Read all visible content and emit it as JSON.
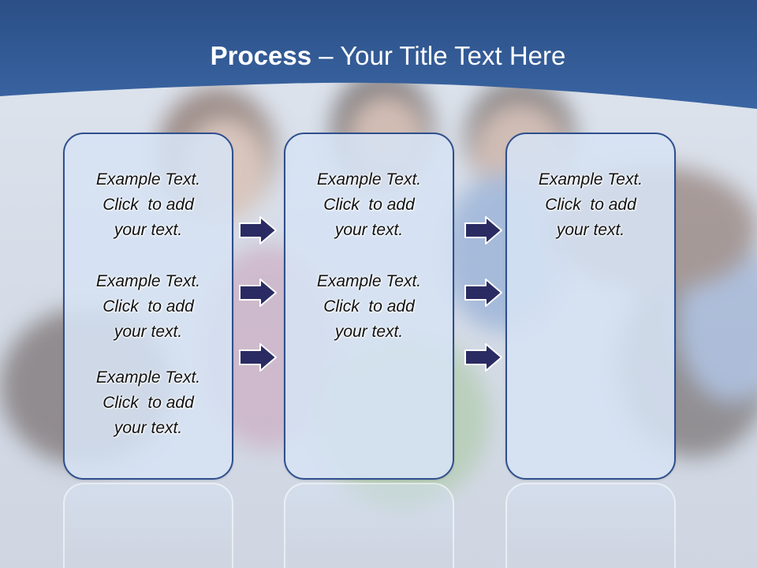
{
  "title": {
    "bold": "Process",
    "rest": "  – Your Title Text Here"
  },
  "colors": {
    "header": "#2e5590",
    "box_border": "#2f4f8e",
    "box_fill": "#d6e2f4",
    "arrow": "#2b2b63"
  },
  "columns": [
    {
      "blocks": [
        [
          "Example Text.",
          "Click  to add",
          "your text."
        ],
        [
          "Example Text.",
          "Click  to add",
          "your text."
        ],
        [
          "Example Text.",
          "Click  to add",
          "your text."
        ]
      ]
    },
    {
      "blocks": [
        [
          "Example Text.",
          "Click  to add",
          "your text."
        ],
        [
          "Example Text.",
          "Click  to add",
          "your text."
        ]
      ]
    },
    {
      "blocks": [
        [
          "Example Text.",
          "Click  to add",
          "your text."
        ]
      ]
    }
  ],
  "arrow_icon": "right-arrow-icon"
}
